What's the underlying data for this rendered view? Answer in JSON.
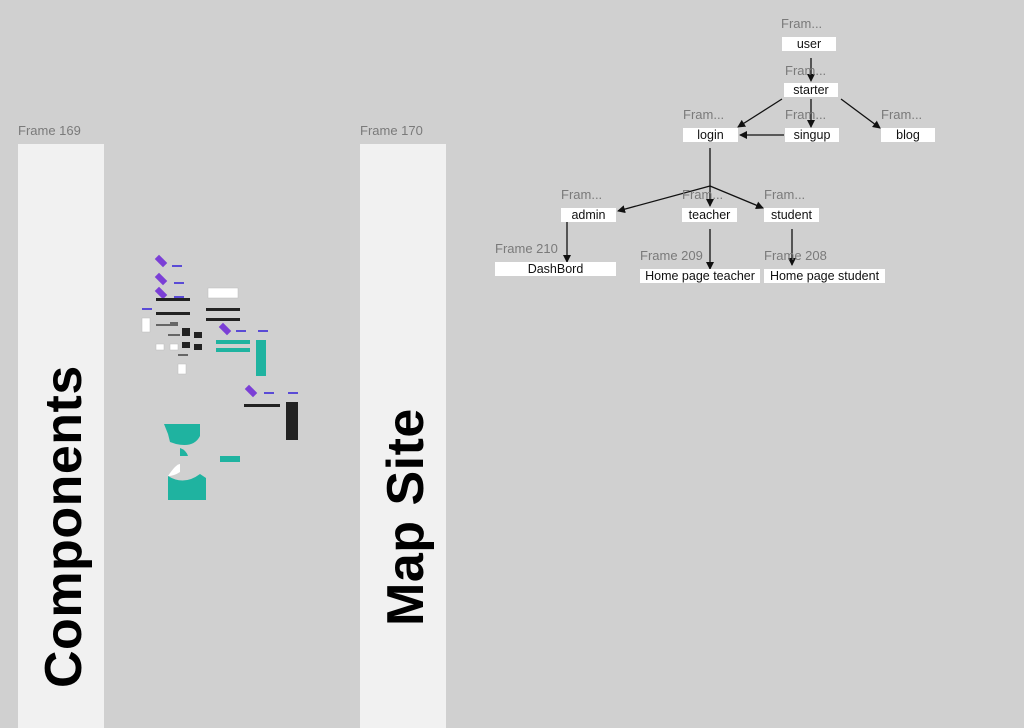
{
  "frames": {
    "components": {
      "label": "Frame 169",
      "title": "Components"
    },
    "map_site": {
      "label": "Frame 170",
      "title": "Map Site"
    }
  },
  "sitemap": {
    "nodes": {
      "user": {
        "frame_label": "Fram...",
        "text": "user"
      },
      "starter": {
        "frame_label": "Fram...",
        "text": "starter"
      },
      "login": {
        "frame_label": "Fram...",
        "text": "login"
      },
      "singup": {
        "frame_label": "Fram...",
        "text": "singup"
      },
      "blog": {
        "frame_label": "Fram...",
        "text": "blog"
      },
      "admin": {
        "frame_label": "Fram...",
        "text": "admin"
      },
      "teacher": {
        "frame_label": "Fram...",
        "text": "teacher"
      },
      "student": {
        "frame_label": "Fram...",
        "text": "student"
      },
      "dashbord": {
        "frame_label": "Frame 210",
        "text": "DashBord"
      },
      "home_teacher": {
        "frame_label": "Frame 209",
        "text": "Home page teacher"
      },
      "home_student": {
        "frame_label": "Frame 208",
        "text": "Home page student"
      }
    }
  },
  "colors": {
    "canvas": "#d0d0d0",
    "panel": "#f1f1f1",
    "accent_teal": "#1fb3a0",
    "accent_purple": "#7b3fd6"
  }
}
